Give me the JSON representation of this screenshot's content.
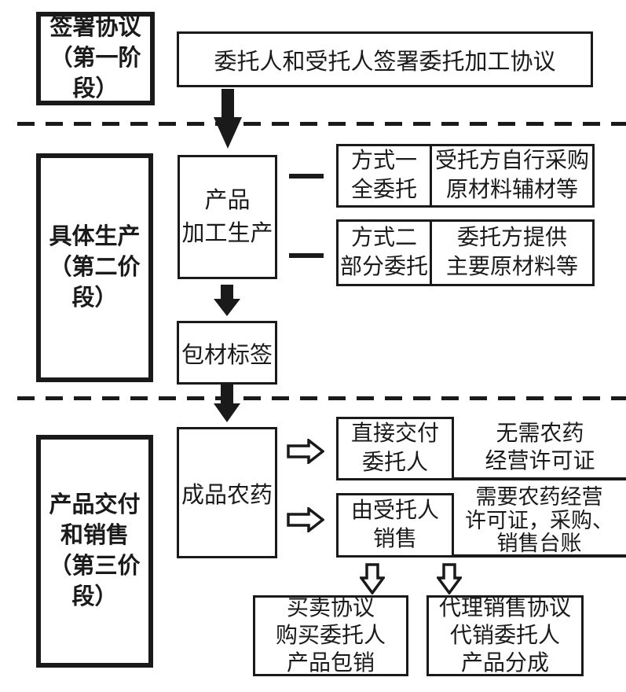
{
  "colors": {
    "ink": "#1a1a1a",
    "background": "#ffffff"
  },
  "stage1": {
    "label": "签署协议\n（第一阶段）",
    "agreement": "委托人和受托人签署委托加工协议"
  },
  "stage2": {
    "label": "具体生产\n（第二价段）",
    "production": "产品\n加工生产",
    "modes": [
      {
        "name": "方式一\n全委托",
        "desc": "受托方自行采购\n原材料辅材等"
      },
      {
        "name": "方式二\n部分委托",
        "desc": "委托方提供\n主要原材料等"
      }
    ],
    "packaging": "包材标签"
  },
  "stage3": {
    "label": "产品交付\n和销售\n（第三价段）",
    "product": "成品农药",
    "deliveries": [
      {
        "name": "直接交付\n委托人",
        "note": "无需农药\n经营许可证"
      },
      {
        "name": "由受托人\n销售",
        "note": "需要农药经营\n许可证，采购、\n销售台账"
      }
    ],
    "agreements": [
      "买卖协议\n购买委托人\n产品包销",
      "代理销售协议\n代销委托人\n产品分成"
    ]
  },
  "icons": {
    "solid_down_arrow": "filled black down arrow",
    "hollow_right_arrow": "outlined block right arrow",
    "hollow_down_arrow": "outlined block down arrow",
    "dash_connector": "thick short horizontal bar",
    "stage_separator": "horizontal dashed line"
  }
}
